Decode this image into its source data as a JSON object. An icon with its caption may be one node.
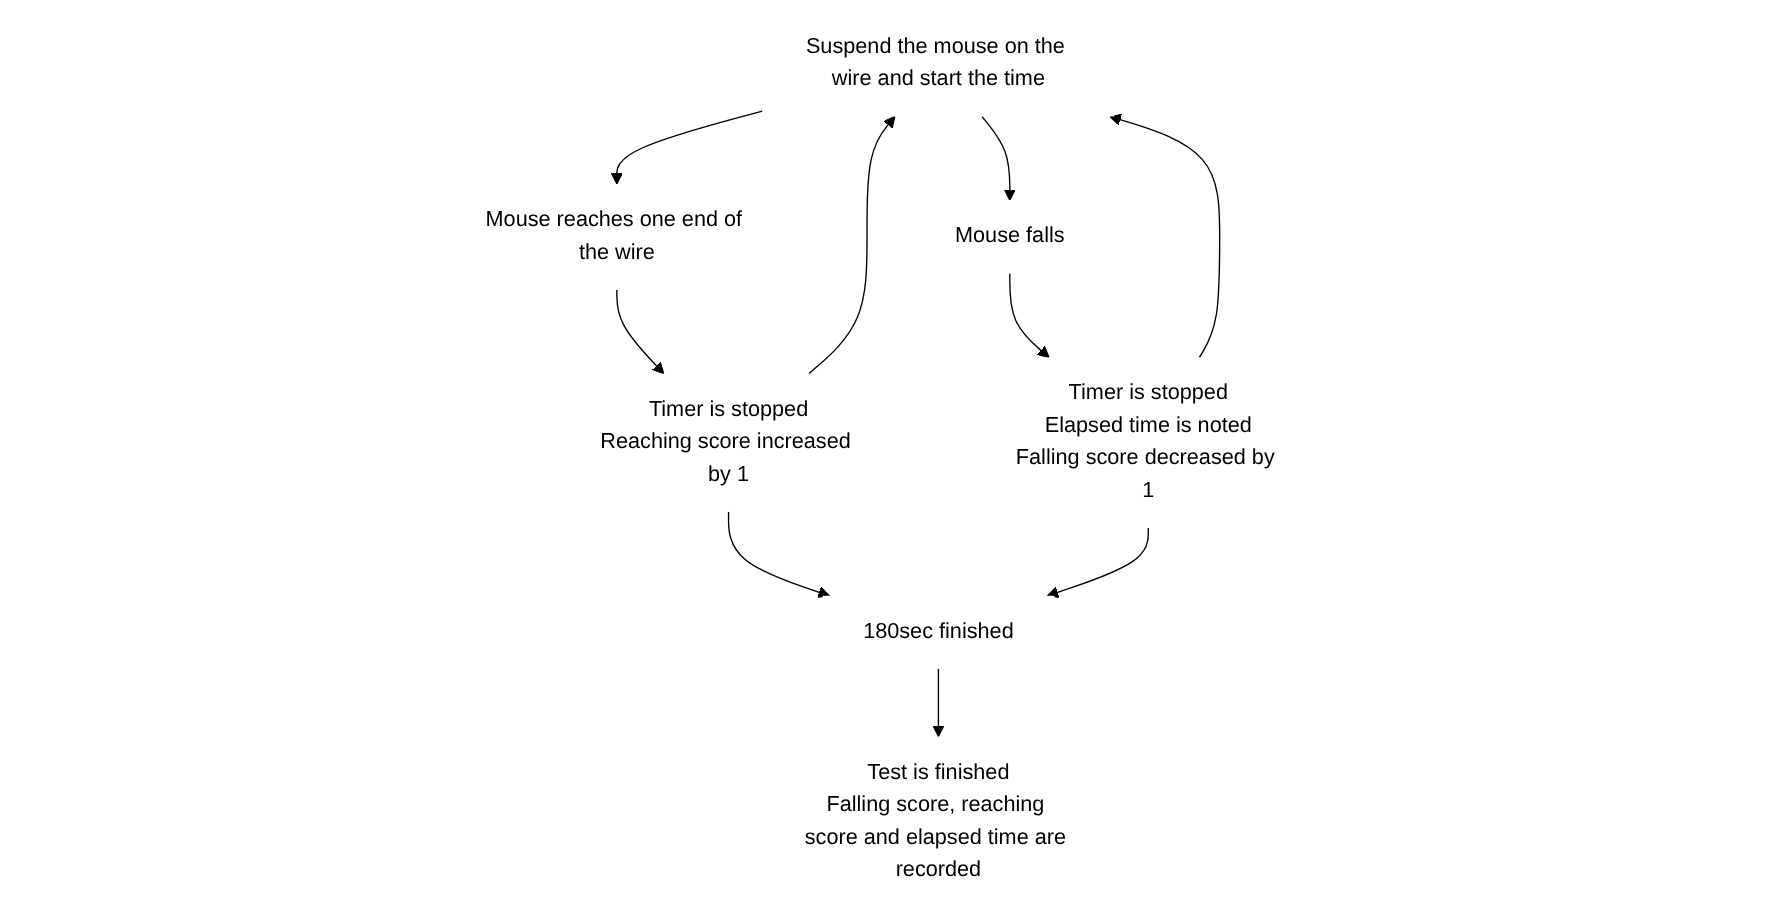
{
  "diagram": {
    "nodes": [
      {
        "text": [
          "Suspend the mouse on the wire and start the time"
        ]
      },
      {
        "text": [
          "Mouse reaches one end of the wire"
        ]
      },
      {
        "text": [
          "Mouse falls"
        ]
      },
      {
        "text": [
          "Timer is stopped",
          "Reaching score increased by 1"
        ]
      },
      {
        "text": [
          "Timer is stopped",
          "Elapsed time is noted",
          "Falling score decreased by 1"
        ]
      },
      {
        "text": [
          "180sec finished"
        ]
      },
      {
        "text": [
          "Test is finished",
          "Falling score, reaching score and elapsed time are recorded"
        ]
      }
    ],
    "edges": [
      {
        "from": 0,
        "to": 1,
        "arrow": "to"
      },
      {
        "from": 0,
        "to": 2,
        "arrow": "to"
      },
      {
        "from": 1,
        "to": 3,
        "arrow": "to"
      },
      {
        "from": 2,
        "to": 4,
        "arrow": "to"
      },
      {
        "from": 3,
        "to": 5,
        "arrow": "to"
      },
      {
        "from": 4,
        "to": 5,
        "arrow": "to"
      },
      {
        "from": 5,
        "to": 6,
        "arrow": "to"
      },
      {
        "from": 3,
        "to": 0,
        "arrow": "to"
      },
      {
        "from": 4,
        "to": 0,
        "arrow": "to"
      }
    ]
  }
}
